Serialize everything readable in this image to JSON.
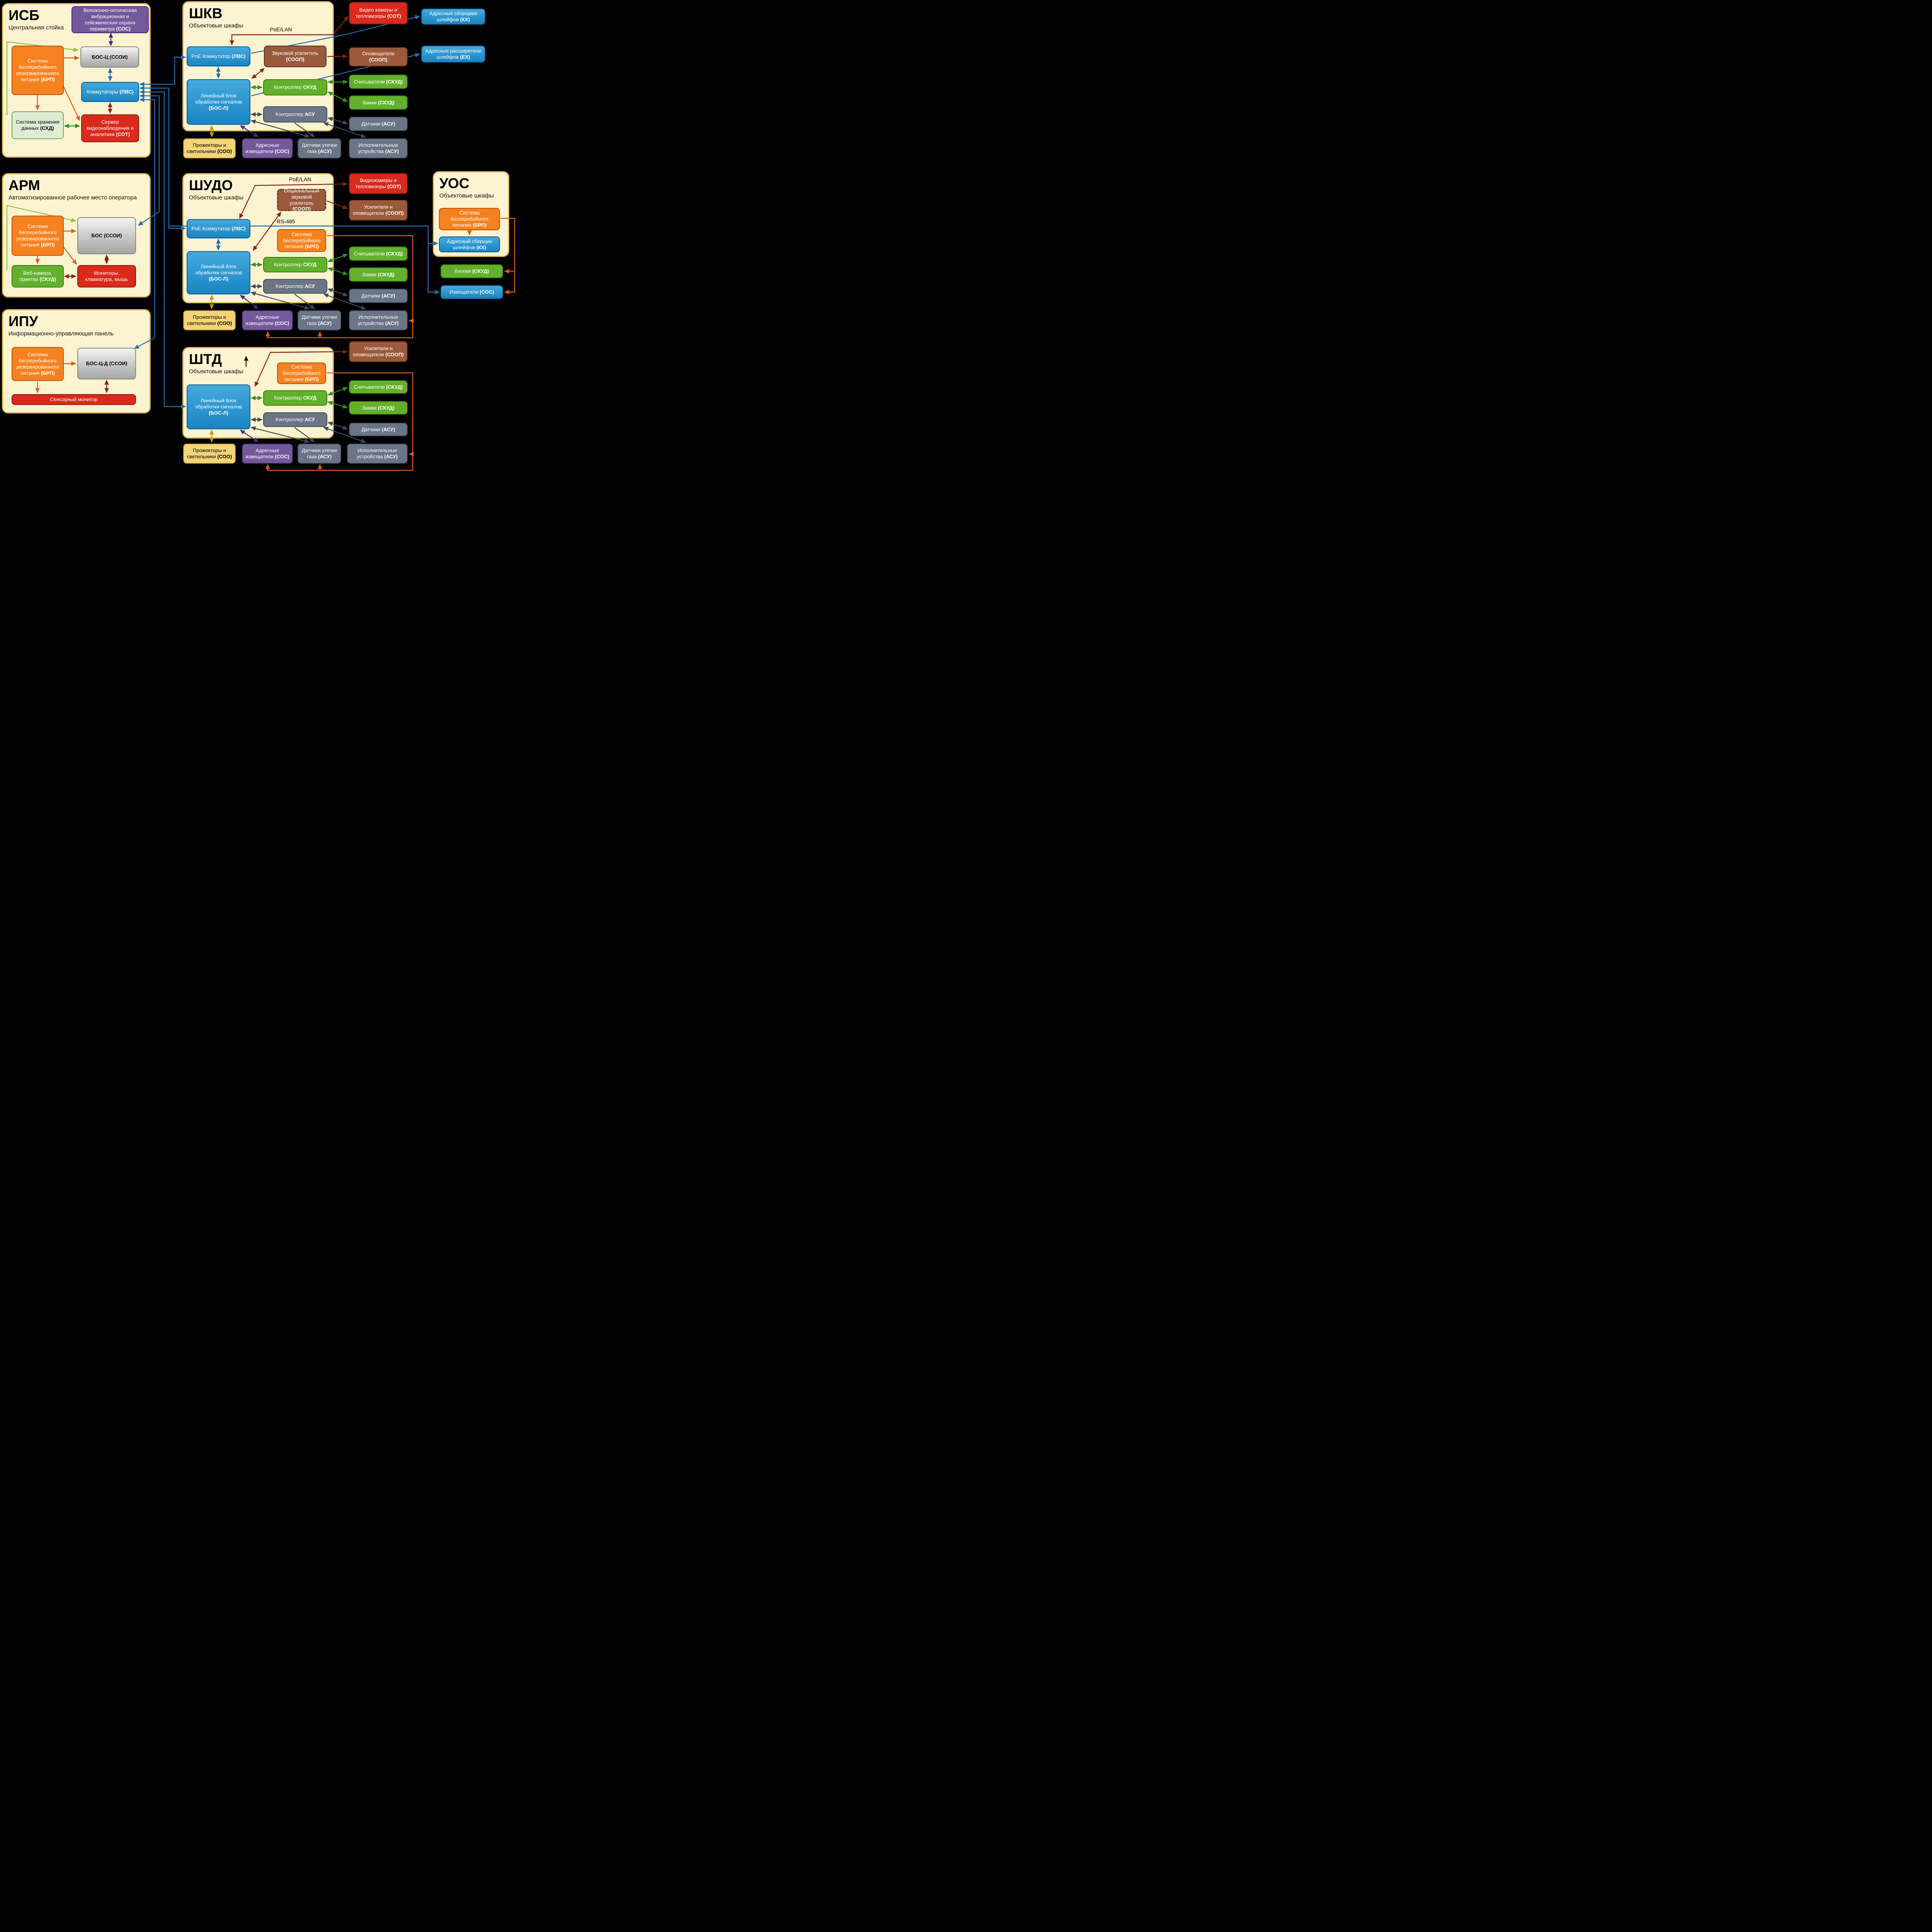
{
  "edge_labels": {
    "poe_lan_shkv": "PoE/LAN",
    "poe_lan_shudo": "PoE/LAN",
    "rs485": "RS-485"
  },
  "panels": {
    "isb": {
      "title": "ИСБ",
      "subtitle": "Центральная стойка"
    },
    "arm": {
      "title": "АРМ",
      "subtitle": "Автоматизированное рабочее место оператора"
    },
    "ipu": {
      "title": "ИПУ",
      "subtitle": "Информационно-управляющая панель"
    },
    "shkv": {
      "title": "ШКВ",
      "subtitle": "Объектовые шкафы"
    },
    "shudo": {
      "title": "ШУДО",
      "subtitle": "Объектовые шкафы"
    },
    "uos": {
      "title": "УОС",
      "subtitle": "Объектовые шкафы"
    },
    "shtd": {
      "title": "ШТД",
      "subtitle": "Объектовые шкафы"
    }
  },
  "boxes": {
    "isb_sos": {
      "text": "Волоконно-оптическая вибрационная и сейсмическая охрана периметра",
      "tag": "(СОС)"
    },
    "isb_bosc": {
      "text": "БОС-Ц",
      "tag": "(ССОИ)"
    },
    "isb_brp": {
      "text": "Система бесперебойного резервированного питания",
      "tag": "(БРП)"
    },
    "isb_lvs": {
      "text": "Коммутаторы",
      "tag": "(ЛВС)"
    },
    "isb_shd": {
      "text": "Система хранения данных",
      "tag": "(СХД)"
    },
    "isb_sot": {
      "text": "Сервер видеонаблюдения и аналитики",
      "tag": "(СОТ)"
    },
    "arm_brp": {
      "text": "Система бесперебойного резервированного питания",
      "tag": "(БРП)"
    },
    "arm_bos": {
      "text": "БОС",
      "tag": "(ССОИ)"
    },
    "arm_web": {
      "text": "Веб-камера, принтер",
      "tag": "(СКУД)"
    },
    "arm_mon": {
      "text": "Мониторы, клавиатура, мышь",
      "tag": ""
    },
    "ipu_brp": {
      "text": "Система бесперебойного резервированного питания",
      "tag": "(БРП)"
    },
    "ipu_boscd": {
      "text": "БОС-Ц-Д",
      "tag": "(ССОИ)"
    },
    "ipu_touch": {
      "text": "Сенсорный монитор",
      "tag": ""
    },
    "shkv_poe": {
      "text": "PoE Коммутатор",
      "tag": "(ЛВС)"
    },
    "shkv_amp": {
      "text": "Звуковой усилитель",
      "tag": "(СООП)"
    },
    "shkv_bosl": {
      "text": "Линейный блок обработки сигналов",
      "tag": "(БОС-Л)"
    },
    "shkv_skud": {
      "text": "Контроллер",
      "tag": "СКУД"
    },
    "shkv_asu": {
      "text": "Контроллер",
      "tag": "АСУ"
    },
    "row1_proj": {
      "text": "Прожекторы и светильники",
      "tag": "(СОО)"
    },
    "row1_izv": {
      "text": "Адресные извещатели",
      "tag": "(СОС)"
    },
    "row1_gas": {
      "text": "Датчики утечки газа",
      "tag": "(АСУ)"
    },
    "row1_ispoln": {
      "text": "Исполнительные устройства",
      "tag": "(АСУ)"
    },
    "rc1_cams": {
      "text": "Видео камеры и тепловизоры",
      "tag": "(СОТ)"
    },
    "rc1_kx": {
      "text": "Адресные сборщики шлейфов",
      "tag": "(КХ)"
    },
    "rc1_opov": {
      "text": "Оповещатели",
      "tag": "(СООП)"
    },
    "rc1_ex": {
      "text": "Адресные расширители шлейфов",
      "tag": "(ЕХ)"
    },
    "rc1_reads": {
      "text": "Считыватели",
      "tag": "(СКУД)"
    },
    "rc1_locks": {
      "text": "Замки",
      "tag": "(СКУД)"
    },
    "rc1_sens": {
      "text": "Датчики",
      "tag": "(АСУ)"
    },
    "shudo_poe": {
      "text": "PoE Коммутатор",
      "tag": "(ЛВС)"
    },
    "shudo_optamp": {
      "text": "Опциональный звуковой усилитель",
      "tag": "(СООП)"
    },
    "shudo_brp": {
      "text": "Система бесперебойного питания",
      "tag": "(БРП)"
    },
    "shudo_bosl": {
      "text": "Линейный блок обработки сигналов",
      "tag": "(БОС-Л)"
    },
    "shudo_skud": {
      "text": "Контроллер",
      "tag": "СКУД"
    },
    "shudo_asu": {
      "text": "Контроллер",
      "tag": "АСУ"
    },
    "row2_proj": {
      "text": "Прожекторы и светильники",
      "tag": "(СОО)"
    },
    "row2_izv": {
      "text": "Адресные извещатели",
      "tag": "(СОС)"
    },
    "row2_gas": {
      "text": "Датчики утечки газа",
      "tag": "(АСУ)"
    },
    "row2_ispoln": {
      "text": "Исполнительные устройства",
      "tag": "(АСУ)"
    },
    "rc2_cams": {
      "text": "Видеокамеры и тепловизоры",
      "tag": "(СОТ)"
    },
    "rc2_usil": {
      "text": "Усилители и оповещатели",
      "tag": "(СООП)"
    },
    "rc2_reads": {
      "text": "Считыватели",
      "tag": "(СКУД)"
    },
    "rc2_locks": {
      "text": "Замки",
      "tag": "(СКУД)"
    },
    "rc2_sens": {
      "text": "Датчики",
      "tag": "(АСУ)"
    },
    "uos_brp": {
      "text": "Система бесперебойного питания",
      "tag": "(БРП)"
    },
    "uos_kx": {
      "text": "Адресный сборщик шлейфов",
      "tag": "(КХ)"
    },
    "uos_buttons": {
      "text": "Кнопки",
      "tag": "(СКУД)"
    },
    "uos_izv": {
      "text": "Извещатели",
      "tag": "(СОС)"
    },
    "shtd_brp": {
      "text": "Система бесперебойного питания",
      "tag": "(БРП)"
    },
    "shtd_bosl": {
      "text": "Линейный блок обработки сигналов",
      "tag": "(БОС-Л)"
    },
    "shtd_skud": {
      "text": "Контроллер",
      "tag": "СКУД"
    },
    "shtd_asu": {
      "text": "Контроллер",
      "tag": "АСУ"
    },
    "row3_proj": {
      "text": "Прожекторы и светильники",
      "tag": "(СОО)"
    },
    "row3_izv": {
      "text": "Адресные извещатели",
      "tag": "(СОС)"
    },
    "row3_gas": {
      "text": "Датчики утечки газа",
      "tag": "(АСУ)"
    },
    "row3_ispoln": {
      "text": "Исполнительные устройства",
      "tag": "(АСУ)"
    },
    "rc3_usil": {
      "text": "Усилители и оповещатели",
      "tag": "(СООП)"
    },
    "rc3_reads": {
      "text": "Считыватели",
      "tag": "(СКУД)"
    },
    "rc3_locks": {
      "text": "Замки",
      "tag": "(СКУД)"
    },
    "rc3_sens": {
      "text": "Датчики",
      "tag": "(АСУ)"
    }
  },
  "colors": {
    "panel_bg": "#fcf3d0",
    "panel_border": "#ddb14b",
    "power": "#e2591a",
    "lan": "#1c6fb5",
    "video": "#8e1f14",
    "skud": "#2f8f1f",
    "sos": "#3f2d7a",
    "soo": "#c99a06",
    "asu": "#3f4a5a"
  }
}
